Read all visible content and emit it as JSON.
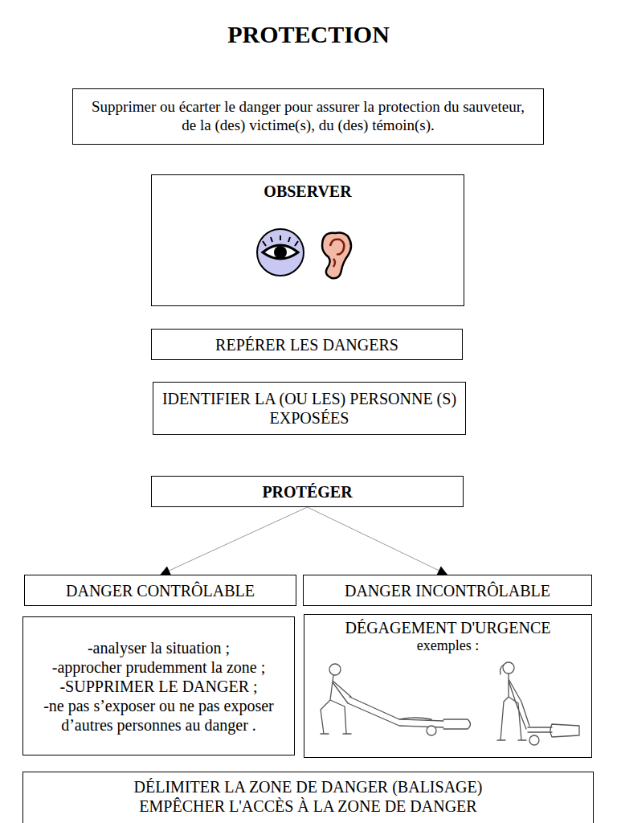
{
  "diagram": {
    "title": "PROTECTION",
    "nodes": [
      {
        "text": [
          "Supprimer ou écarter le danger pour assurer la protection du sauveteur, de la (des) victime(s), du (des) témoin(s)."
        ]
      },
      {
        "text": [
          "OBSERVER"
        ]
      },
      {
        "text": [
          "REPÉRER LES DANGERS"
        ]
      },
      {
        "text": [
          "IDENTIFIER LA (OU LES) PERSONNE (S) EXPOSÉES"
        ]
      },
      {
        "text": [
          "PROTÉGER"
        ]
      },
      {
        "text": [
          "DANGER CONTRÔLABLE"
        ]
      },
      {
        "text": [
          "DANGER INCONTRÔLABLE"
        ]
      },
      {
        "text": [
          "-analyser la situation ;",
          "-approcher prudemment la zone ;",
          "-SUPPRIMER LE DANGER ;",
          "-ne pas s’exposer ou ne pas exposer d’autres personnes au danger ."
        ]
      },
      {
        "text": [
          "DÉGAGEMENT D'URGENCE",
          "exemples :"
        ]
      },
      {
        "text": [
          "DÉLIMITER LA ZONE DE DANGER (BALISAGE)",
          "EMPÊCHER L'ACCÈS À LA ZONE DE DANGER"
        ]
      }
    ],
    "edges": [
      {
        "from": 4,
        "to": 5,
        "arrow": "to"
      },
      {
        "from": 4,
        "to": 6,
        "arrow": "to"
      }
    ]
  }
}
